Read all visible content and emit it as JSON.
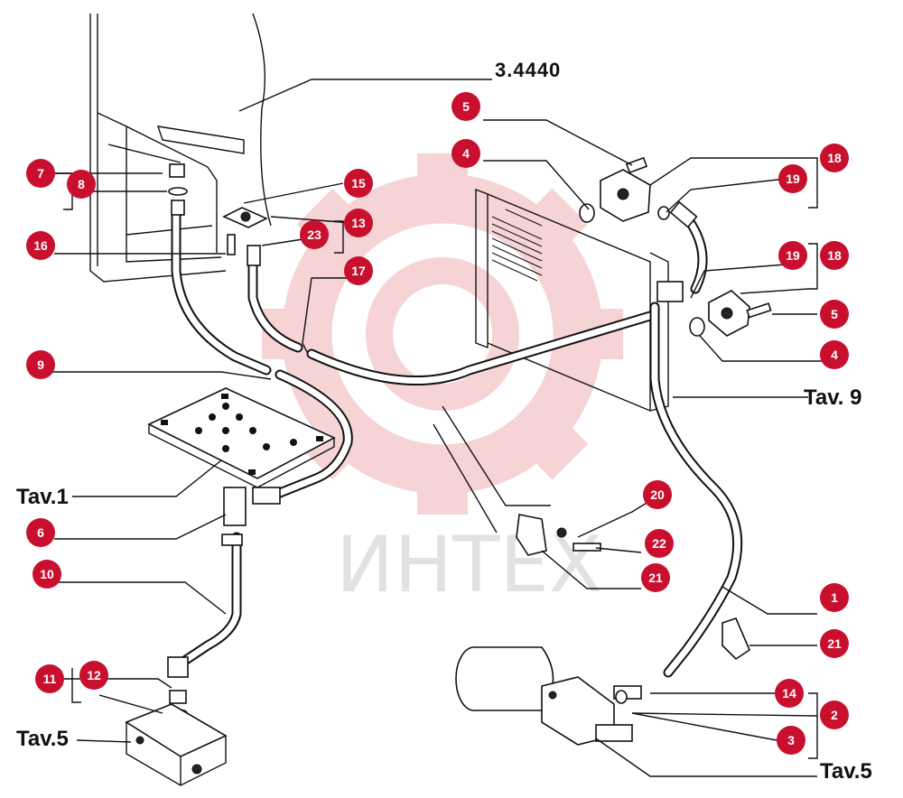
{
  "drawing": {
    "model_ref": "3.4440",
    "watermark": "ИНТЕХ",
    "references": {
      "tav1": "Tav.1",
      "tav5_left": "Tav.5",
      "tav5_right": "Tav.5",
      "tav9": "Tav. 9"
    },
    "callouts": [
      "1",
      "2",
      "3",
      "4",
      "4",
      "5",
      "5",
      "6",
      "7",
      "8",
      "9",
      "10",
      "11",
      "12",
      "13",
      "14",
      "15",
      "16",
      "17",
      "18",
      "18",
      "19",
      "19",
      "20",
      "21",
      "21",
      "22",
      "23"
    ]
  }
}
